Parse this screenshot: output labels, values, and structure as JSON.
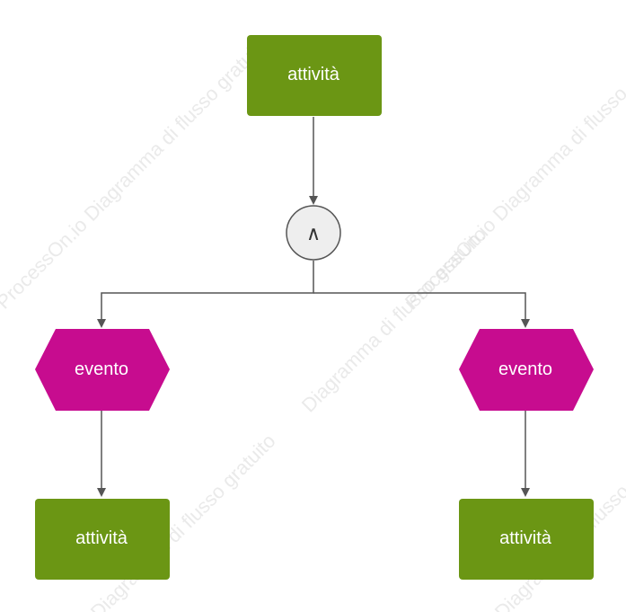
{
  "diagram": {
    "nodes": {
      "activity_top": {
        "label": "attività"
      },
      "and_gate": {
        "symbol": "∧"
      },
      "event_left": {
        "label": "evento"
      },
      "event_right": {
        "label": "evento"
      },
      "activity_left": {
        "label": "attività"
      },
      "activity_right": {
        "label": "attività"
      }
    },
    "colors": {
      "activity": "#6b9614",
      "event": "#c70c8f",
      "gate_fill": "#eeeeee",
      "connector": "#555555"
    }
  },
  "watermark": {
    "text_1": "ProcessOn.io Diagramma di flusso gratuito",
    "text_2": "ProcessOn.io Diagramma di flusso gratuito",
    "text_3": "Diagramma di flusso gratuito",
    "text_4": "Diagramma di flusso gratuito",
    "text_5": "Diagramma di flusso gratuito"
  }
}
